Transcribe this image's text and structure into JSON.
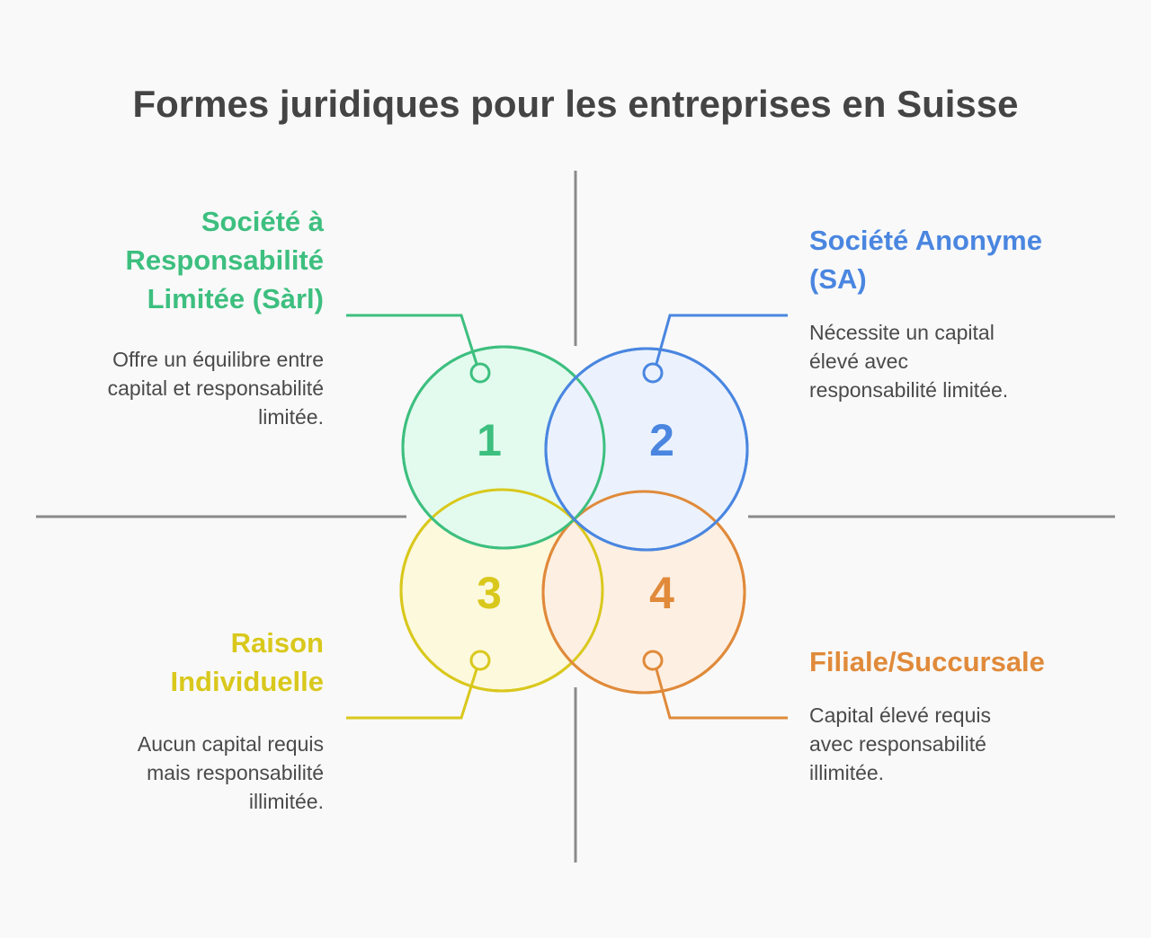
{
  "title": "Formes juridiques pour les entreprises en Suisse",
  "colors": {
    "background": "#f9f9f9",
    "title": "#444444",
    "divider": "#8a8a8a",
    "green": "#3dbf7f",
    "blue": "#4a86e0",
    "yellow": "#d9c81c",
    "orange": "#e08a3a"
  },
  "items": [
    {
      "number": "1",
      "heading_lines": [
        "Société à",
        "Responsabilité",
        "Limitée (Sàrl)"
      ],
      "description_lines": [
        "Offre un équilibre entre",
        "capital et responsabilité",
        "limitée."
      ],
      "color": "#3dbf7f",
      "fill": "#e3fbee"
    },
    {
      "number": "2",
      "heading_lines": [
        "Société Anonyme",
        "(SA)"
      ],
      "description_lines": [
        "Nécessite un capital",
        "élevé avec",
        "responsabilité limitée."
      ],
      "color": "#4a86e0",
      "fill": "#ebf2fd"
    },
    {
      "number": "3",
      "heading_lines": [
        "Raison",
        "Individuelle"
      ],
      "description_lines": [
        "Aucun capital requis",
        "mais responsabilité",
        "illimitée."
      ],
      "color": "#d9c81c",
      "fill": "#fdf9dd"
    },
    {
      "number": "4",
      "heading_lines": [
        "Filiale/Succursale"
      ],
      "description_lines": [
        "Capital élevé requis",
        "avec responsabilité",
        "illimitée."
      ],
      "color": "#e08a3a",
      "fill": "#fdefe2"
    }
  ]
}
